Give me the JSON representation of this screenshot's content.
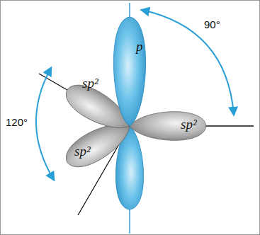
{
  "diagram": {
    "labels": [
      "p",
      "sp²",
      "sp²",
      "sp²",
      "120°",
      "90°"
    ]
  }
}
